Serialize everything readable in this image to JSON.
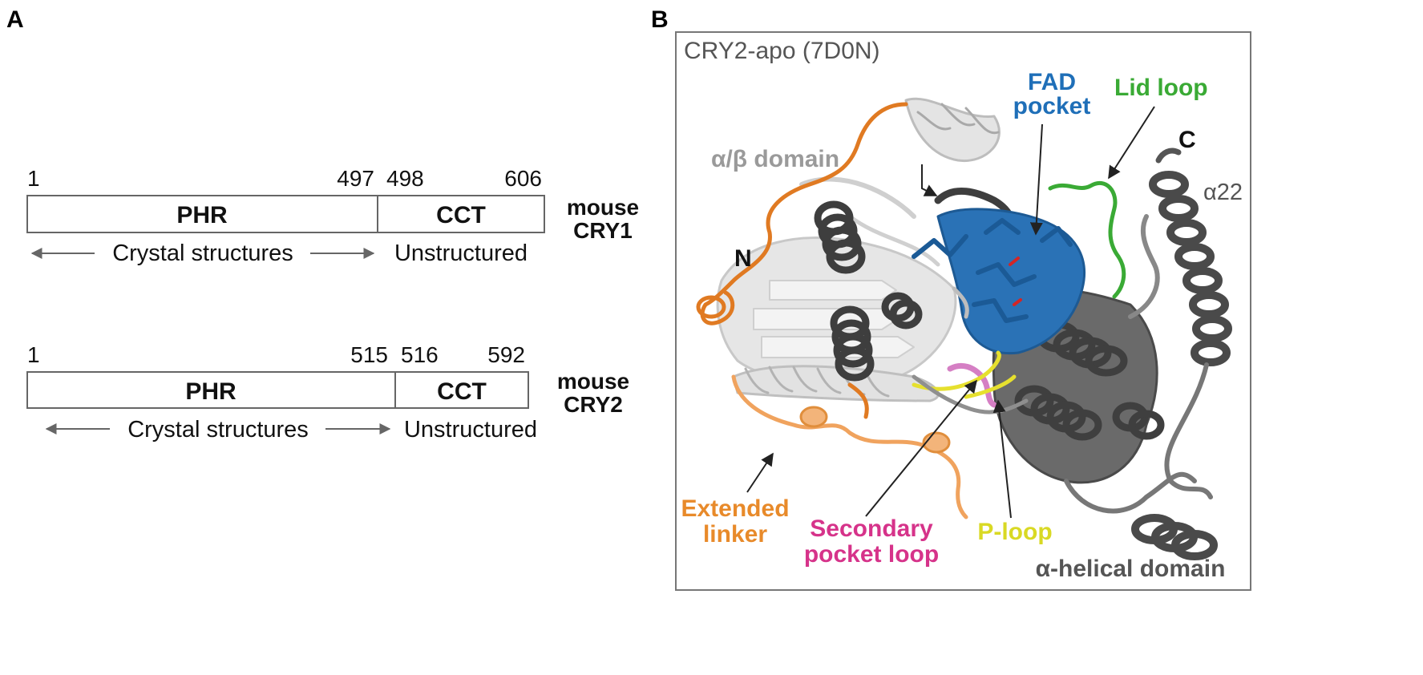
{
  "panel_a": {
    "letter": "A",
    "constructs": [
      {
        "start": "1",
        "phr_end": "497",
        "cct_start": "498",
        "end": "606",
        "phr_label": "PHR",
        "cct_label": "CCT",
        "species_line1": "mouse",
        "species_line2": "CRY1",
        "structured_note": "Crystal structures",
        "unstructured_note": "Unstructured"
      },
      {
        "start": "1",
        "phr_end": "515",
        "cct_start": "516",
        "end": "592",
        "phr_label": "PHR",
        "cct_label": "CCT",
        "species_line1": "mouse",
        "species_line2": "CRY2",
        "structured_note": "Crystal structures",
        "unstructured_note": "Unstructured"
      }
    ]
  },
  "panel_b": {
    "letter": "B",
    "title": "CRY2-apo (7D0N)",
    "labels": {
      "fad_line1": "FAD",
      "fad_line2": "pocket",
      "lid_loop": "Lid loop",
      "c_term": "C",
      "alpha22": "α22",
      "ab_domain": "α/β domain",
      "n_term": "N",
      "linker_line1": "Extended",
      "linker_line2": "linker",
      "secondary_line1": "Secondary",
      "secondary_line2": "pocket loop",
      "p_loop": "P-loop",
      "helical_domain": "α-helical domain"
    },
    "colors": {
      "fad_pocket": "#1f6fb8",
      "lid_loop": "#3aaa35",
      "extended_linker": "#e88a2a",
      "secondary_pocket_loop": "#d6338a",
      "p_loop": "#d9d924",
      "helical_domain": "#555555",
      "ab_domain": "#9a9a9a"
    }
  }
}
